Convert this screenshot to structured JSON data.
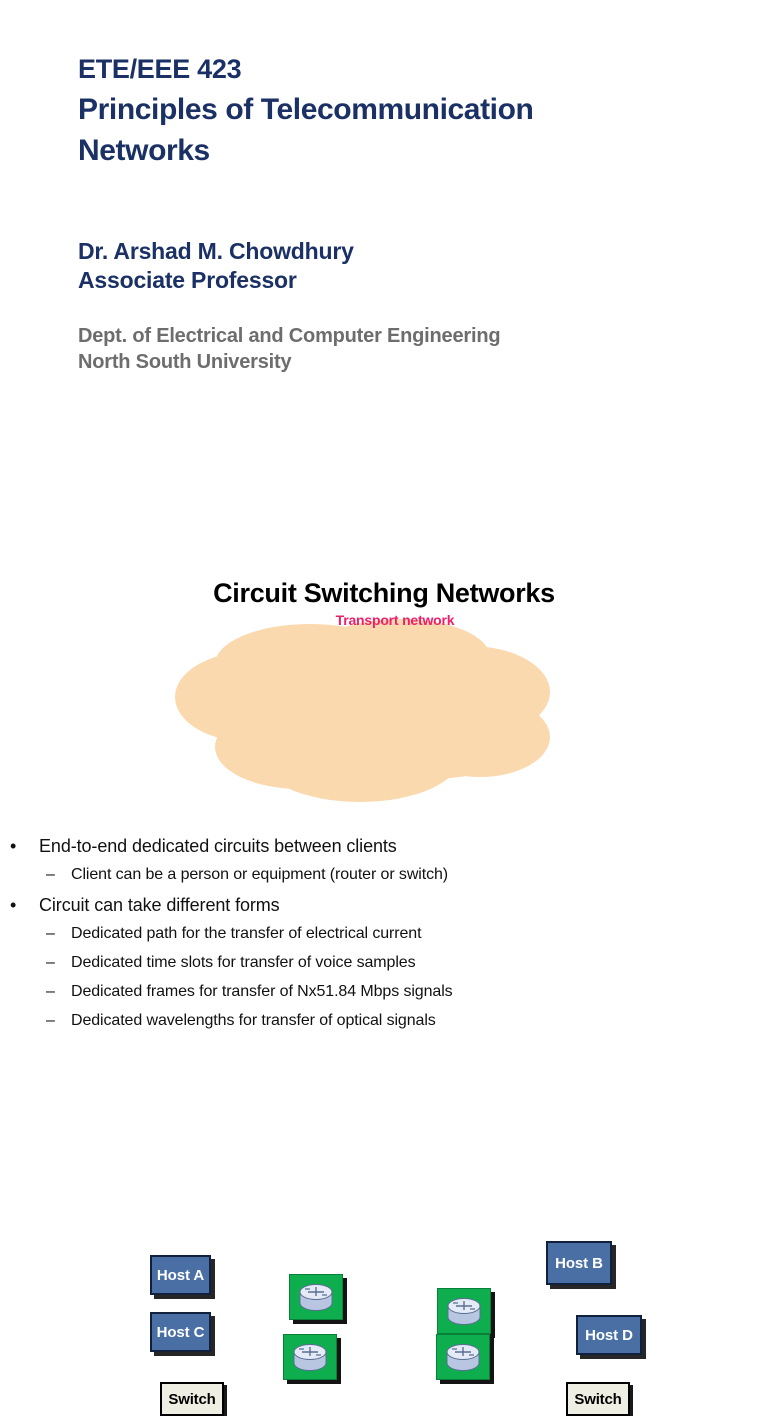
{
  "title": {
    "course_code": "ETE/EEE 423",
    "course_name_line1": "Principles of Telecommunication",
    "course_name_line2": "Networks",
    "color": "#1b3166"
  },
  "author": {
    "name": "Dr. Arshad M. Chowdhury",
    "role": "Associate Professor",
    "department": "Dept. of Electrical and Computer Engineering",
    "university": "North South University",
    "name_color": "#1b3166",
    "affiliation_color": "#6d6d6d"
  },
  "figure": {
    "title": "Circuit Switching Networks",
    "cloud_label": "Transport network",
    "cloud_label_color": "#ee1f6a",
    "cloud_color": "#fad9ae",
    "router_color": "#0eae4e",
    "host_color": "#4a6fa5",
    "switch_color": "#efeee2",
    "nodes": [
      {
        "id": "host-a",
        "label": "Host A",
        "type": "host"
      },
      {
        "id": "host-b",
        "label": "Host B",
        "type": "host"
      },
      {
        "id": "host-c",
        "label": "Host C",
        "type": "host"
      },
      {
        "id": "host-d",
        "label": "Host D",
        "type": "host"
      },
      {
        "id": "switch-left",
        "label": "Switch",
        "type": "switch"
      },
      {
        "id": "switch-right",
        "label": "Switch",
        "type": "switch"
      }
    ],
    "routers": [
      {
        "id": "router-top-left"
      },
      {
        "id": "router-top-right"
      },
      {
        "id": "router-bottom-left"
      },
      {
        "id": "router-bottom-right"
      }
    ],
    "circuits": [
      {
        "id": "circuit-red-a-b",
        "color": "#e81515",
        "from": "host-a",
        "to": "host-b"
      },
      {
        "id": "circuit-blue-a-d",
        "color": "#1414c8",
        "from": "host-a",
        "to": "host-d"
      },
      {
        "id": "circuit-red-c-d",
        "color": "#e81515",
        "from": "host-c",
        "to": "host-d"
      },
      {
        "id": "circuit-blue-switch-switch",
        "color": "#1414c8",
        "from": "switch-left",
        "to": "switch-right"
      },
      {
        "id": "circuit-yellow-b-d",
        "color": "#f5b60d",
        "from": "host-b",
        "to": "host-d"
      }
    ]
  },
  "bullets": [
    {
      "level": 1,
      "marker": "•",
      "text": "End-to-end dedicated circuits between clients"
    },
    {
      "level": 2,
      "marker": "–",
      "text": "Client can be a person or equipment (router or switch)"
    },
    {
      "level": 1,
      "marker": "•",
      "text": "Circuit can take different forms"
    },
    {
      "level": 2,
      "marker": "–",
      "text": "Dedicated path for the transfer of electrical current"
    },
    {
      "level": 2,
      "marker": "–",
      "text": "Dedicated time slots for transfer of voice samples"
    },
    {
      "level": 2,
      "marker": "–",
      "text": "Dedicated frames for transfer of Nx51.84 Mbps signals"
    },
    {
      "level": 2,
      "marker": "–",
      "text": "Dedicated wavelengths for transfer of optical signals"
    }
  ]
}
